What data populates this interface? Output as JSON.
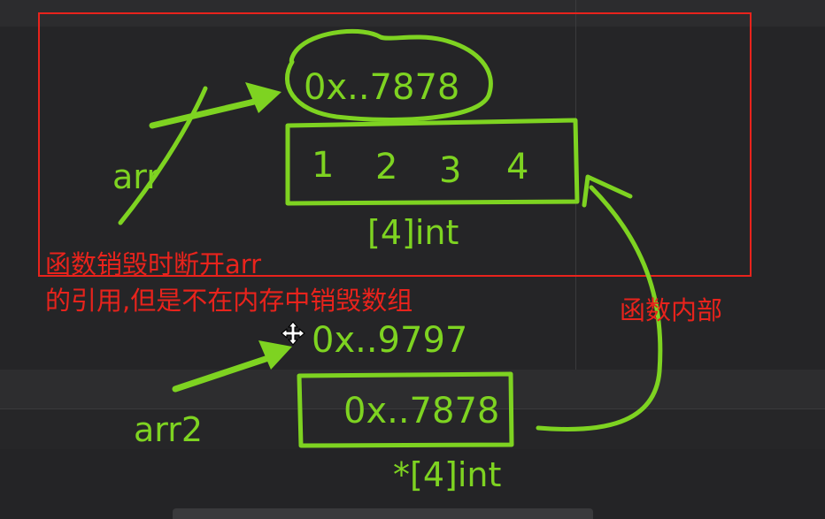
{
  "diagram": {
    "array_block": {
      "pointer_address": "0x..7878",
      "elements": [
        "1",
        "2",
        "3",
        "4"
      ],
      "type_label": "[4]int",
      "var_label": "arr"
    },
    "pointer_block": {
      "self_address": "0x..9797",
      "stored_address": "0x..7878",
      "type_label": "*[4]int",
      "var_label": "arr2"
    },
    "annotations": {
      "destroy_note_line1": "函数销毁时断开arr",
      "destroy_note_line2": "的引用,但是不在内存中销毁数组",
      "inside_function": "函数内部"
    },
    "icons": {
      "cursor": "move-cursor-icon"
    },
    "colors": {
      "ink_green": "#7ed321",
      "highlight_red": "#e8231c",
      "background": "#252527"
    }
  }
}
